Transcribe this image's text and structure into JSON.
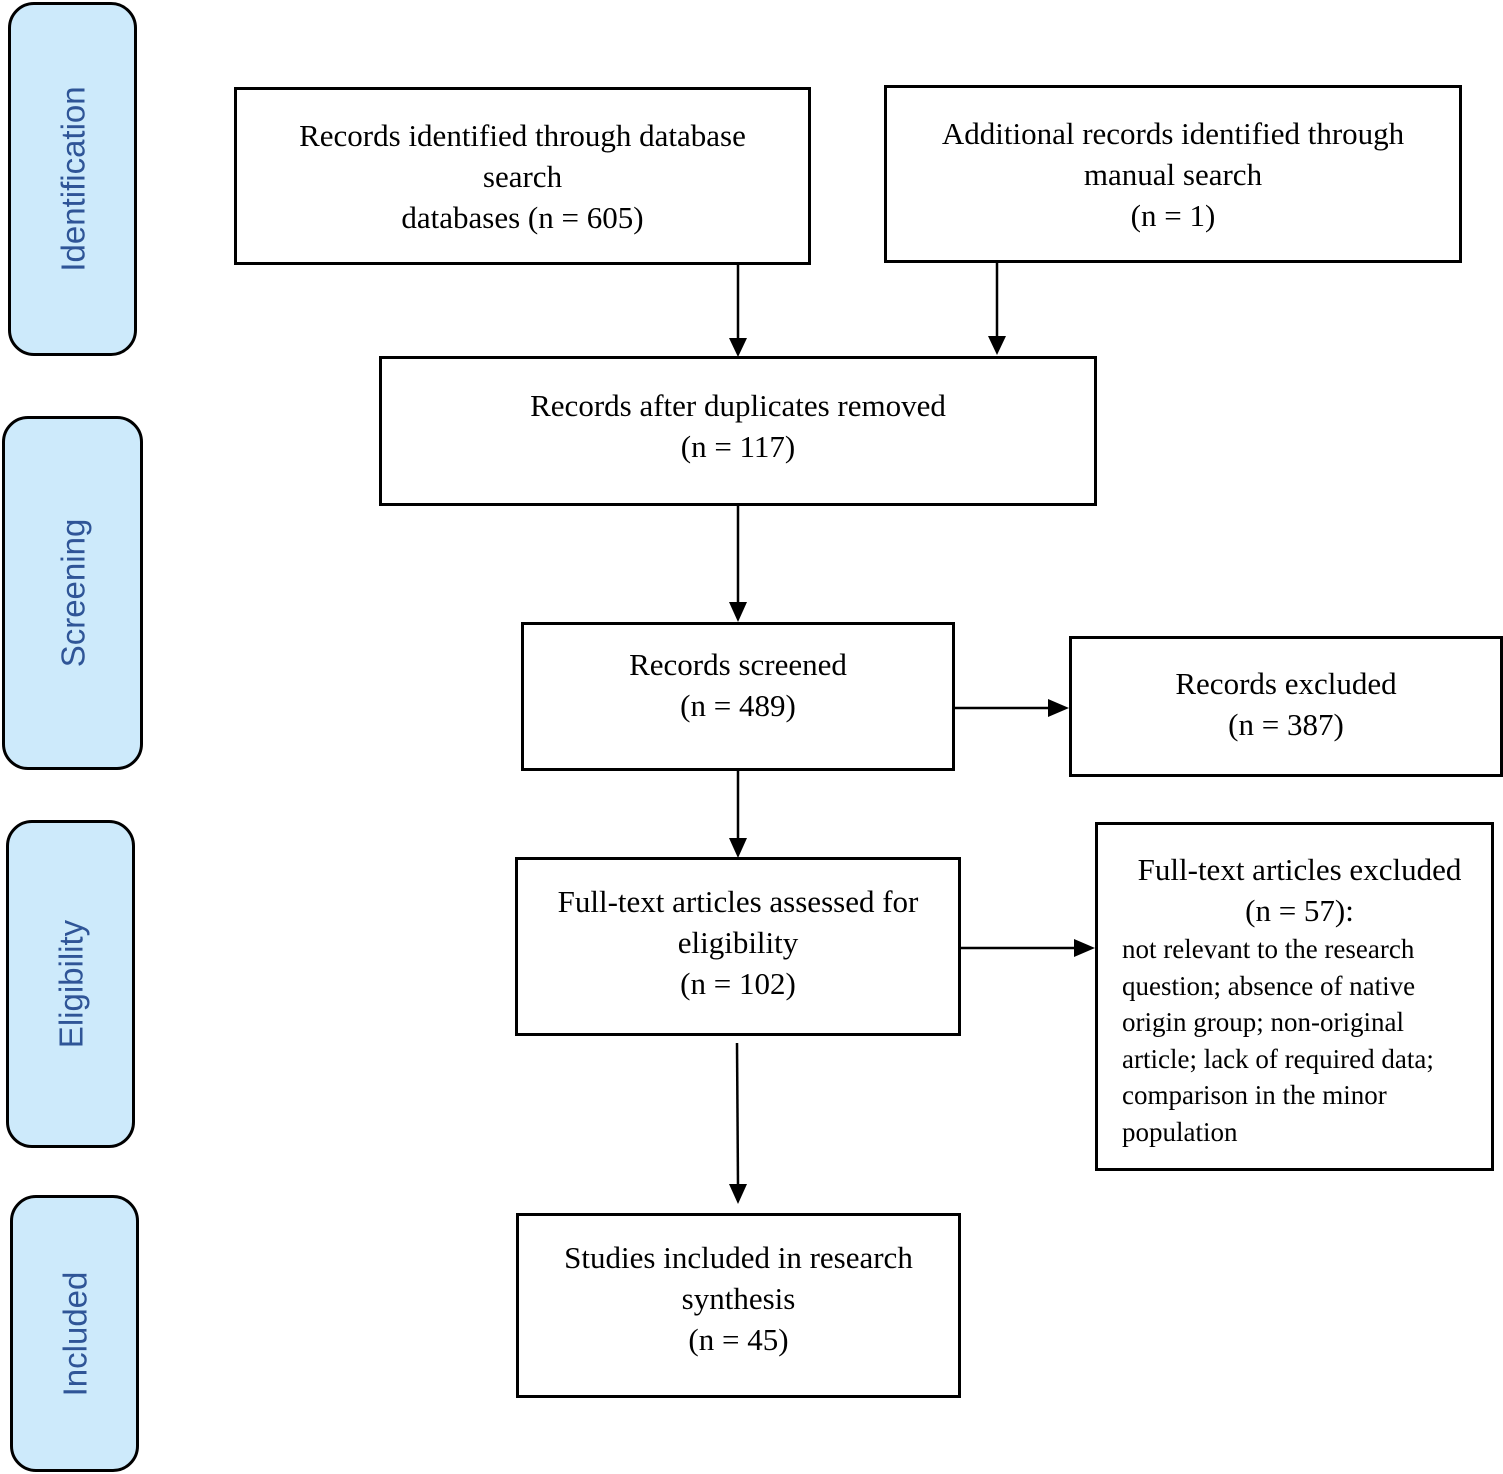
{
  "colors": {
    "stage_fill": "#cdeafb",
    "stage_text": "#2f5597",
    "line": "#000000"
  },
  "stages": {
    "identification": "Identification",
    "screening": "Screening",
    "eligibility": "Eligibility",
    "included": "Included"
  },
  "boxes": {
    "database": {
      "line1": "Records identified through database",
      "line2": "search",
      "line3": "databases (n = 605)"
    },
    "manual": {
      "line1": "Additional records identified through",
      "line2": "manual search",
      "line3": "(n = 1)"
    },
    "duplicates": {
      "line1": "Records after duplicates removed",
      "line2": "(n = 117)"
    },
    "screened": {
      "line1": "Records screened",
      "line2": "(n = 489)"
    },
    "excluded": {
      "line1": "Records excluded",
      "line2": "(n = 387)"
    },
    "fulltext": {
      "line1": "Full-text articles assessed for",
      "line2": "eligibility",
      "line3": "(n = 102)"
    },
    "fulltext_excluded": {
      "line1": "Full-text articles excluded",
      "line2": "(n = 57):",
      "reasons": [
        "not relevant to the research",
        "question; absence of native",
        "origin group; non-original",
        "article; lack of required data;",
        "comparison in the minor",
        "population"
      ]
    },
    "included": {
      "line1": "Studies included in research",
      "line2": "synthesis",
      "line3": "(n = 45)"
    }
  }
}
